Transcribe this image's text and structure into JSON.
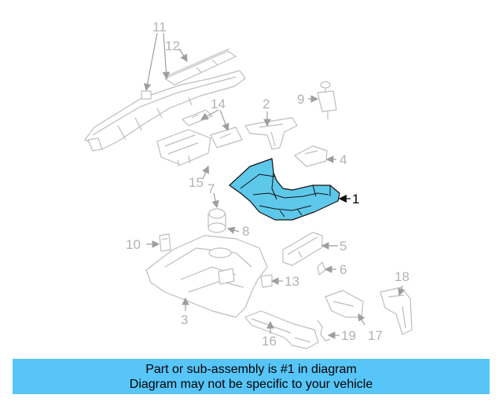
{
  "callouts": {
    "p1": "1",
    "p2": "2",
    "p3": "3",
    "p4": "4",
    "p5": "5",
    "p6": "6",
    "p7": "7",
    "p8": "8",
    "p9": "9",
    "p10": "10",
    "p11": "11",
    "p12": "12",
    "p13": "13",
    "p14": "14",
    "p15": "15",
    "p16": "16",
    "p17": "17",
    "p18": "18",
    "p19": "19"
  },
  "highlight_color": "#5ec8ea",
  "banner": {
    "line1": "Part or sub-assembly is #1 in diagram",
    "line2": "Diagram may not be specific to your vehicle",
    "color": "#57c5f7"
  }
}
